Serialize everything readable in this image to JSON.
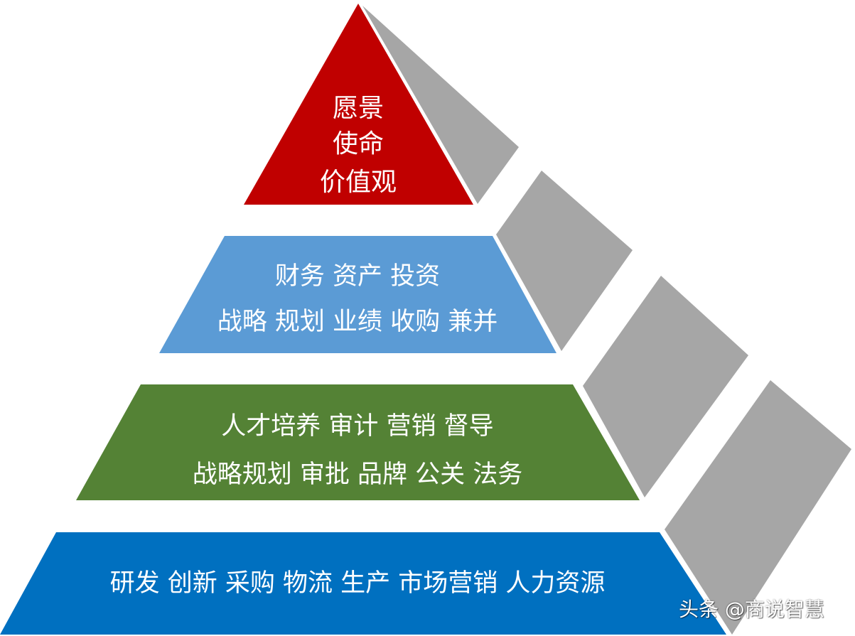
{
  "pyramid": {
    "levels": [
      {
        "id": "top",
        "color": "#c00000",
        "lines": [
          "愿景",
          "使命",
          "价值观"
        ]
      },
      {
        "id": "second",
        "color": "#5b9bd5",
        "lines": [
          "财务 资产 投资",
          "战略 规划 业绩 收购 兼并"
        ]
      },
      {
        "id": "third",
        "color": "#548235",
        "lines": [
          "人才培养 审计 营销 督导",
          "战略规划 审批 品牌 公关 法务"
        ]
      },
      {
        "id": "base",
        "color": "#0070c0",
        "lines": [
          "研发 创新 采购 物流 生产 市场营销 人力资源"
        ]
      }
    ],
    "side_color": "#a6a6a6"
  },
  "watermark": {
    "text": "头条 @商说智慧"
  }
}
